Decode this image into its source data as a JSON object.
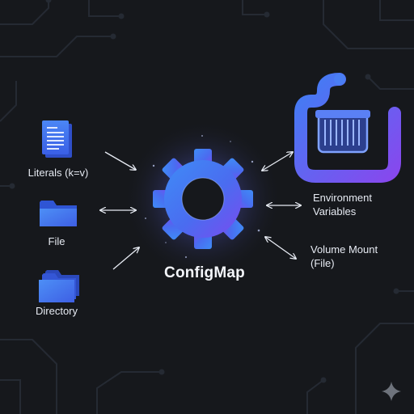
{
  "diagram": {
    "center_label": "ConfigMap",
    "sources": [
      {
        "label": "Literals (k=v)",
        "icon": "document-icon"
      },
      {
        "label": "File",
        "icon": "folder-icon"
      },
      {
        "label": "Directory",
        "icon": "folders-icon"
      }
    ],
    "targets": [
      {
        "label_line1": "Environment",
        "label_line2": "Variables",
        "icon": "container-pod-icon"
      },
      {
        "label_line1": "Volume Mount",
        "label_line2": "(File)"
      }
    ]
  },
  "colors": {
    "background": "#16181c",
    "accent_blue": "#3d6cf0",
    "accent_purple": "#8a4cf0",
    "glow": "#8fa8ff"
  }
}
